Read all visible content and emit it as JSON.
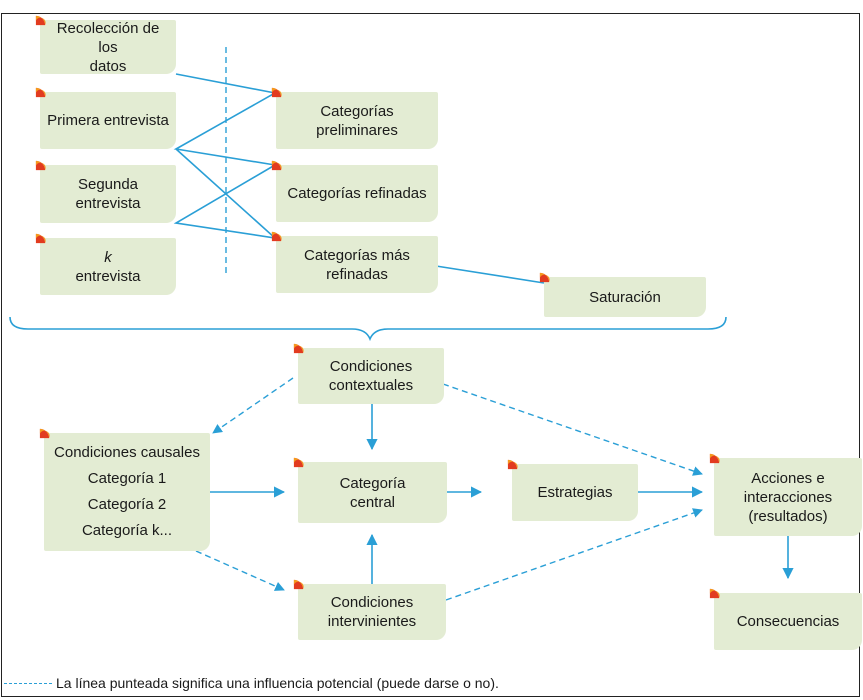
{
  "colors": {
    "box_fill": "#e3ecd3",
    "line": "#2a9fd6",
    "tab_red": "#e23b1f",
    "tab_orange": "#f59a1d"
  },
  "stages": {
    "recoleccion": [
      "Recolección de los",
      "datos"
    ],
    "primera": [
      "Primera entrevista"
    ],
    "segunda": [
      "Segunda entrevista"
    ],
    "k": [
      "k",
      "entrevista"
    ]
  },
  "categories": {
    "preliminares": [
      "Categorías preliminares"
    ],
    "refinadas": [
      "Categorías refinadas"
    ],
    "mas_refinadas": [
      "Categorías más",
      "refinadas"
    ],
    "saturacion": [
      "Saturación"
    ]
  },
  "model": {
    "contextuales": [
      "Condiciones",
      "contextuales"
    ],
    "causales": [
      "Condiciones causales",
      "Categoría 1",
      "Categoría 2",
      "Categoría k..."
    ],
    "central": [
      "Categoría",
      "central"
    ],
    "estrategias": [
      "Estrategias"
    ],
    "acciones": [
      "Acciones e",
      "interacciones",
      "(resultados)"
    ],
    "intervinientes": [
      "Condiciones",
      "intervinientes"
    ],
    "consecuencias": [
      "Consecuencias"
    ]
  },
  "legend_text": "La línea punteada significa una influencia potencial (puede darse o no)."
}
